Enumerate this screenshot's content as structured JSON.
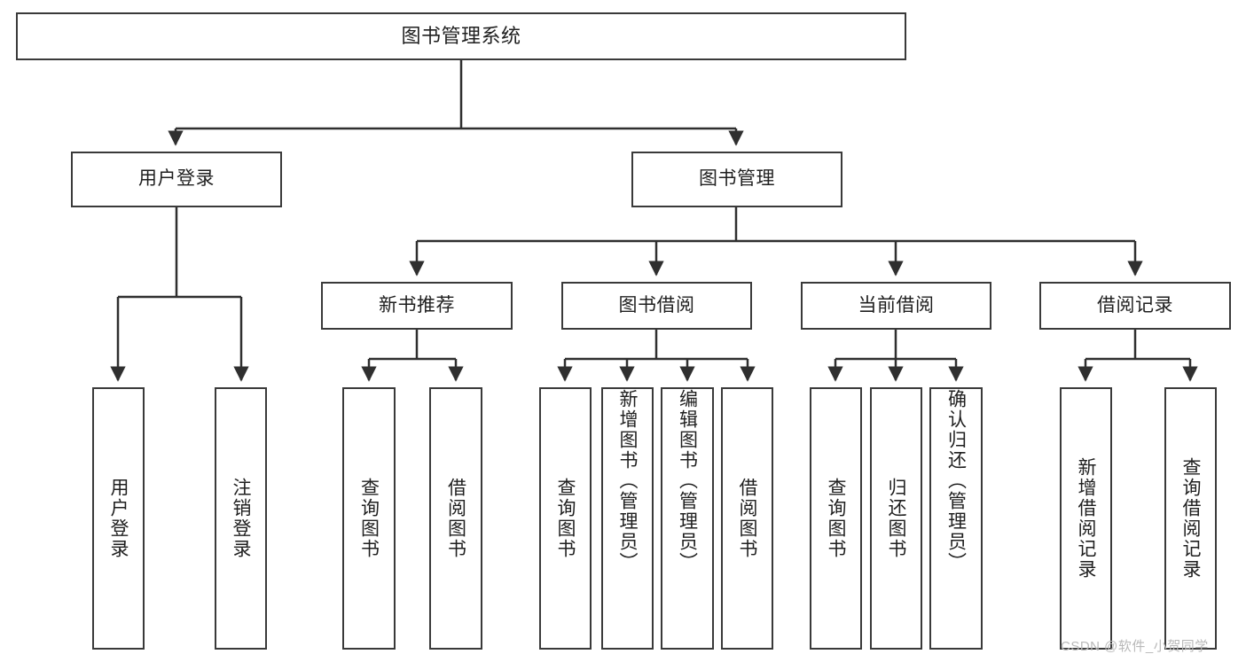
{
  "diagram": {
    "title": "图书管理系统",
    "type": "tree-hierarchy-diagram",
    "watermark": "CSDN @软件_小贺同学",
    "colors": {
      "box_border": "#3a3a3a",
      "box_fill": "#ffffff",
      "connector": "#2f2f2f",
      "text": "#1f1f1f",
      "watermark": "#b9b9b9"
    },
    "root": {
      "label": "图书管理系统"
    },
    "level1": [
      {
        "label": "用户登录"
      },
      {
        "label": "图书管理"
      }
    ],
    "level2": [
      {
        "label": "新书推荐"
      },
      {
        "label": "图书借阅"
      },
      {
        "label": "当前借阅"
      },
      {
        "label": "借阅记录"
      }
    ],
    "leaves": {
      "user_login": [
        {
          "label": "用户登录"
        },
        {
          "label": "注销登录"
        }
      ],
      "new_book_recommend": [
        {
          "label": "查询图书"
        },
        {
          "label": "借阅图书"
        }
      ],
      "book_borrow": [
        {
          "label": "查询图书"
        },
        {
          "label": "新增图书（管理员）"
        },
        {
          "label": "编辑图书（管理员）"
        },
        {
          "label": "借阅图书"
        }
      ],
      "current_borrow": [
        {
          "label": "查询图书"
        },
        {
          "label": "归还图书"
        },
        {
          "label": "确认归还（管理员）"
        }
      ],
      "borrow_record": [
        {
          "label": "新增借阅记录"
        },
        {
          "label": "查询借阅记录"
        }
      ]
    }
  }
}
